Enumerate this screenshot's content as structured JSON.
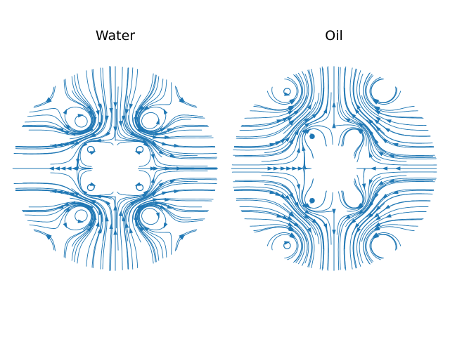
{
  "chart_data": [
    {
      "type": "streamplot",
      "title": "Water",
      "flow": "axisymmetric-stokes-cells",
      "color": "#1f77b4",
      "inner_radius": 0.22,
      "outer_radius": 1.0,
      "x_range": [
        -1.0,
        1.0
      ],
      "y_range": [
        -1.0,
        1.0
      ],
      "axes_visible": false,
      "vortex_centers": [
        [
          -0.32,
          0.45
        ],
        [
          0.32,
          0.45
        ],
        [
          -0.32,
          -0.45
        ],
        [
          0.32,
          -0.45
        ]
      ],
      "secondary_vortex_centers": [
        [
          -0.25,
          0.2
        ],
        [
          0.25,
          0.2
        ],
        [
          -0.25,
          -0.2
        ],
        [
          0.25,
          -0.2
        ]
      ],
      "circulation_sign": 1
    },
    {
      "type": "streamplot",
      "title": "Oil",
      "flow": "axisymmetric-stokes-cells",
      "color": "#1f77b4",
      "inner_radius": 0.22,
      "outer_radius": 1.0,
      "x_range": [
        -1.0,
        1.0
      ],
      "y_range": [
        -1.0,
        1.0
      ],
      "axes_visible": false,
      "vortex_centers": [
        [
          -0.45,
          0.75
        ],
        [
          0.45,
          0.75
        ],
        [
          -0.45,
          -0.75
        ],
        [
          0.45,
          -0.75
        ]
      ],
      "secondary_vortex_centers": [
        [
          -0.22,
          0.32
        ],
        [
          0.22,
          0.32
        ],
        [
          -0.22,
          -0.32
        ],
        [
          0.22,
          -0.32
        ]
      ],
      "circulation_sign": -1
    }
  ]
}
